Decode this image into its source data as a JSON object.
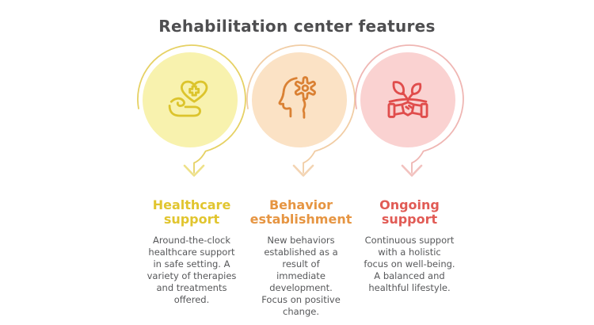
{
  "title": "Rehabilitation center features",
  "colors": {
    "background": "#ffffff",
    "title_text": "#4e4e50",
    "body_text": "#57585a"
  },
  "features": [
    {
      "id": "healthcare-support",
      "heading": "Healthcare\nsupport",
      "description": "Around-the-clock\nhealthcare support\nin safe setting. A\nvariety of therapies\nand treatments\noffered.",
      "icon": "hand-holding-medical-heart-icon",
      "colors": {
        "circle_fill": "#f8f2ae",
        "icon_stroke": "#dcc42c",
        "ring": "#e6d164",
        "arrow": "#eee189",
        "heading": "#e1c52f"
      }
    },
    {
      "id": "behavior-establishment",
      "heading": "Behavior\nestablishment",
      "description": "New behaviors\nestablished as a\nresult of\nimmediate\ndevelopment.\nFocus on positive\nchange.",
      "icon": "head-with-gear-icon",
      "colors": {
        "circle_fill": "#fbe2c5",
        "icon_stroke": "#da8134",
        "ring": "#f1cda5",
        "arrow": "#f3d4b3",
        "heading": "#e69542"
      }
    },
    {
      "id": "ongoing-support",
      "heading": "Ongoing\nsupport",
      "description": "Continuous support\nwith a holistic\nfocus on well-being.\nA balanced and\nhealthful lifestyle.",
      "icon": "handshake-growth-icon",
      "colors": {
        "circle_fill": "#fad2d1",
        "icon_stroke": "#e04d4c",
        "ring": "#efb6b3",
        "arrow": "#f2c2bf",
        "heading": "#e15b55"
      }
    }
  ]
}
